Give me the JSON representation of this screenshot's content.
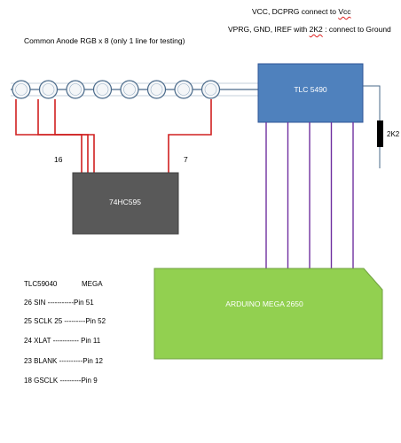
{
  "notes": {
    "vcc_prefix": "VCC, DCPRG  connect to ",
    "vcc_word": "Vcc",
    "ground_prefix": "VPRG, GND, IREF with ",
    "ground_res": "2K2",
    "ground_suffix": " : connect to Ground",
    "leds_title": "Common Anode RGB x 8 (only 1 line for testing)"
  },
  "components": {
    "tlc_label": "TLC 5490",
    "shift_label": "74HC595",
    "arduino_label": "ARDUINO MEGA 2650",
    "resistor_label": "2K2"
  },
  "wire_labels": {
    "left_count": "16",
    "right_count": "7"
  },
  "pin_table": {
    "col1_header": "TLC59040",
    "col2_header": "MEGA",
    "rows": [
      "26 SIN -----------Pin 51",
      "25 SCLK 25 ---------Pin 52",
      "24 XLAT ----------- Pin 11",
      "23 BLANK ----------Pin 12",
      "18 GSCLK ---------Pin 9"
    ]
  },
  "colors": {
    "tlc_fill": "#4f81bd",
    "tlc_stroke": "#2f5597",
    "shift_fill": "#595959",
    "arduino_fill": "#92d050",
    "arduino_stroke": "#70a040",
    "red_wire": "#d02020",
    "purple_wire": "#7030a0",
    "led_stroke": "#4a6a8a",
    "bus_line": "#4a6a8a"
  },
  "led_count": 8,
  "purple_line_count": 5
}
